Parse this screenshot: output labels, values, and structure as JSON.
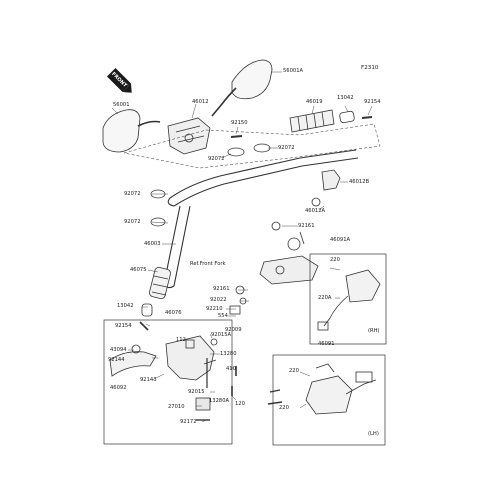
{
  "figure_code": "F2310",
  "front_badge": "FRONT",
  "reference_note": "Ref.Front Fork",
  "side_labels": {
    "right": "(RH)",
    "left": "(LH)"
  },
  "callouts": {
    "p56001a": "56001A",
    "p56001": "56001",
    "p46012": "46012",
    "p92150": "92150",
    "p46019": "46019",
    "p13042_top": "13042",
    "p92154_top": "92154",
    "p92072_a": "92072",
    "p92072_b": "92072",
    "p92072_c": "92072",
    "p92072_d": "92072",
    "p46012b": "46012B",
    "p46012a": "46012A",
    "p92161_a": "92161",
    "p46003": "46003",
    "p46075": "46075",
    "p46091a": "46091A",
    "p220_a": "220",
    "p220a": "220A",
    "p92161_b": "92161",
    "p92022": "92022",
    "p92210": "92210",
    "p554": "554",
    "p13042_bot": "13042",
    "p92154_bot": "92154",
    "p46076": "46076",
    "p92009": "92009",
    "p112": "112",
    "p92015a": "92015A",
    "p43094": "43094",
    "p13280": "13280",
    "p92144": "92144",
    "p46092": "46092",
    "p92143": "92143",
    "p410": "410",
    "p92015": "92015",
    "p13280a": "13280A",
    "p120": "120",
    "p27010": "27010",
    "p92172": "92172",
    "p46091": "46091",
    "p220_b": "220",
    "p220_c": "220"
  }
}
